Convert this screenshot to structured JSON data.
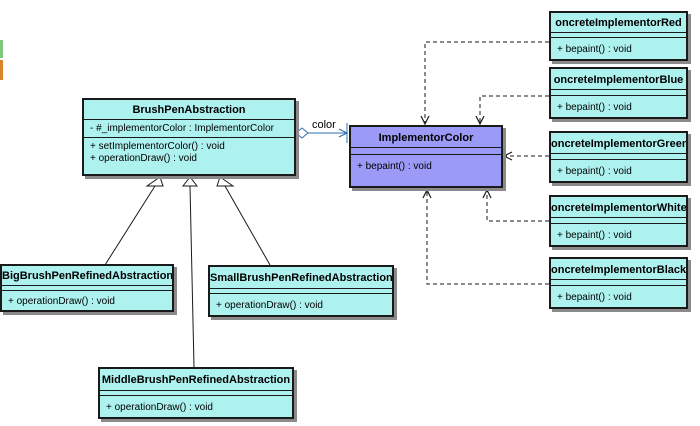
{
  "brush": {
    "name": "BrushPenAbstraction",
    "attrs": [
      "- #_implementorColor : ImplementorColor"
    ],
    "ops": [
      "+ setImplementorColor() : void",
      "+ operationDraw() : void"
    ]
  },
  "impl": {
    "name": "ImplementorColor",
    "ops": [
      "+ bepaint() : void"
    ]
  },
  "big": {
    "name": "BigBrushPenRefinedAbstraction",
    "ops": [
      "+ operationDraw() : void"
    ]
  },
  "small": {
    "name": "SmallBrushPenRefinedAbstraction",
    "ops": [
      "+ operationDraw() : void"
    ]
  },
  "middle": {
    "name": "MiddleBrushPenRefinedAbstraction",
    "ops": [
      "+ operationDraw() : void"
    ]
  },
  "red": {
    "name": "oncreteImplementorRed",
    "ops": [
      "+ bepaint() : void"
    ]
  },
  "blue": {
    "name": "oncreteImplementorBlue",
    "ops": [
      "+ bepaint() : void"
    ]
  },
  "green": {
    "name": "oncreteImplementorGreen",
    "ops": [
      "+ bepaint() : void"
    ]
  },
  "white": {
    "name": "oncreteImplementorWhite",
    "ops": [
      "+ bepaint() : void"
    ]
  },
  "black": {
    "name": "oncreteImplementorBlack",
    "ops": [
      "+ bepaint() : void"
    ]
  },
  "association_label": "color",
  "colors": {
    "class_fill": "#aef2f0",
    "interface_fill": "#9c9af7",
    "border": "#1a1a1a",
    "association_line": "#2f6fb0",
    "side_tab_green": "#7ec77e",
    "side_tab_orange": "#d9842b"
  }
}
